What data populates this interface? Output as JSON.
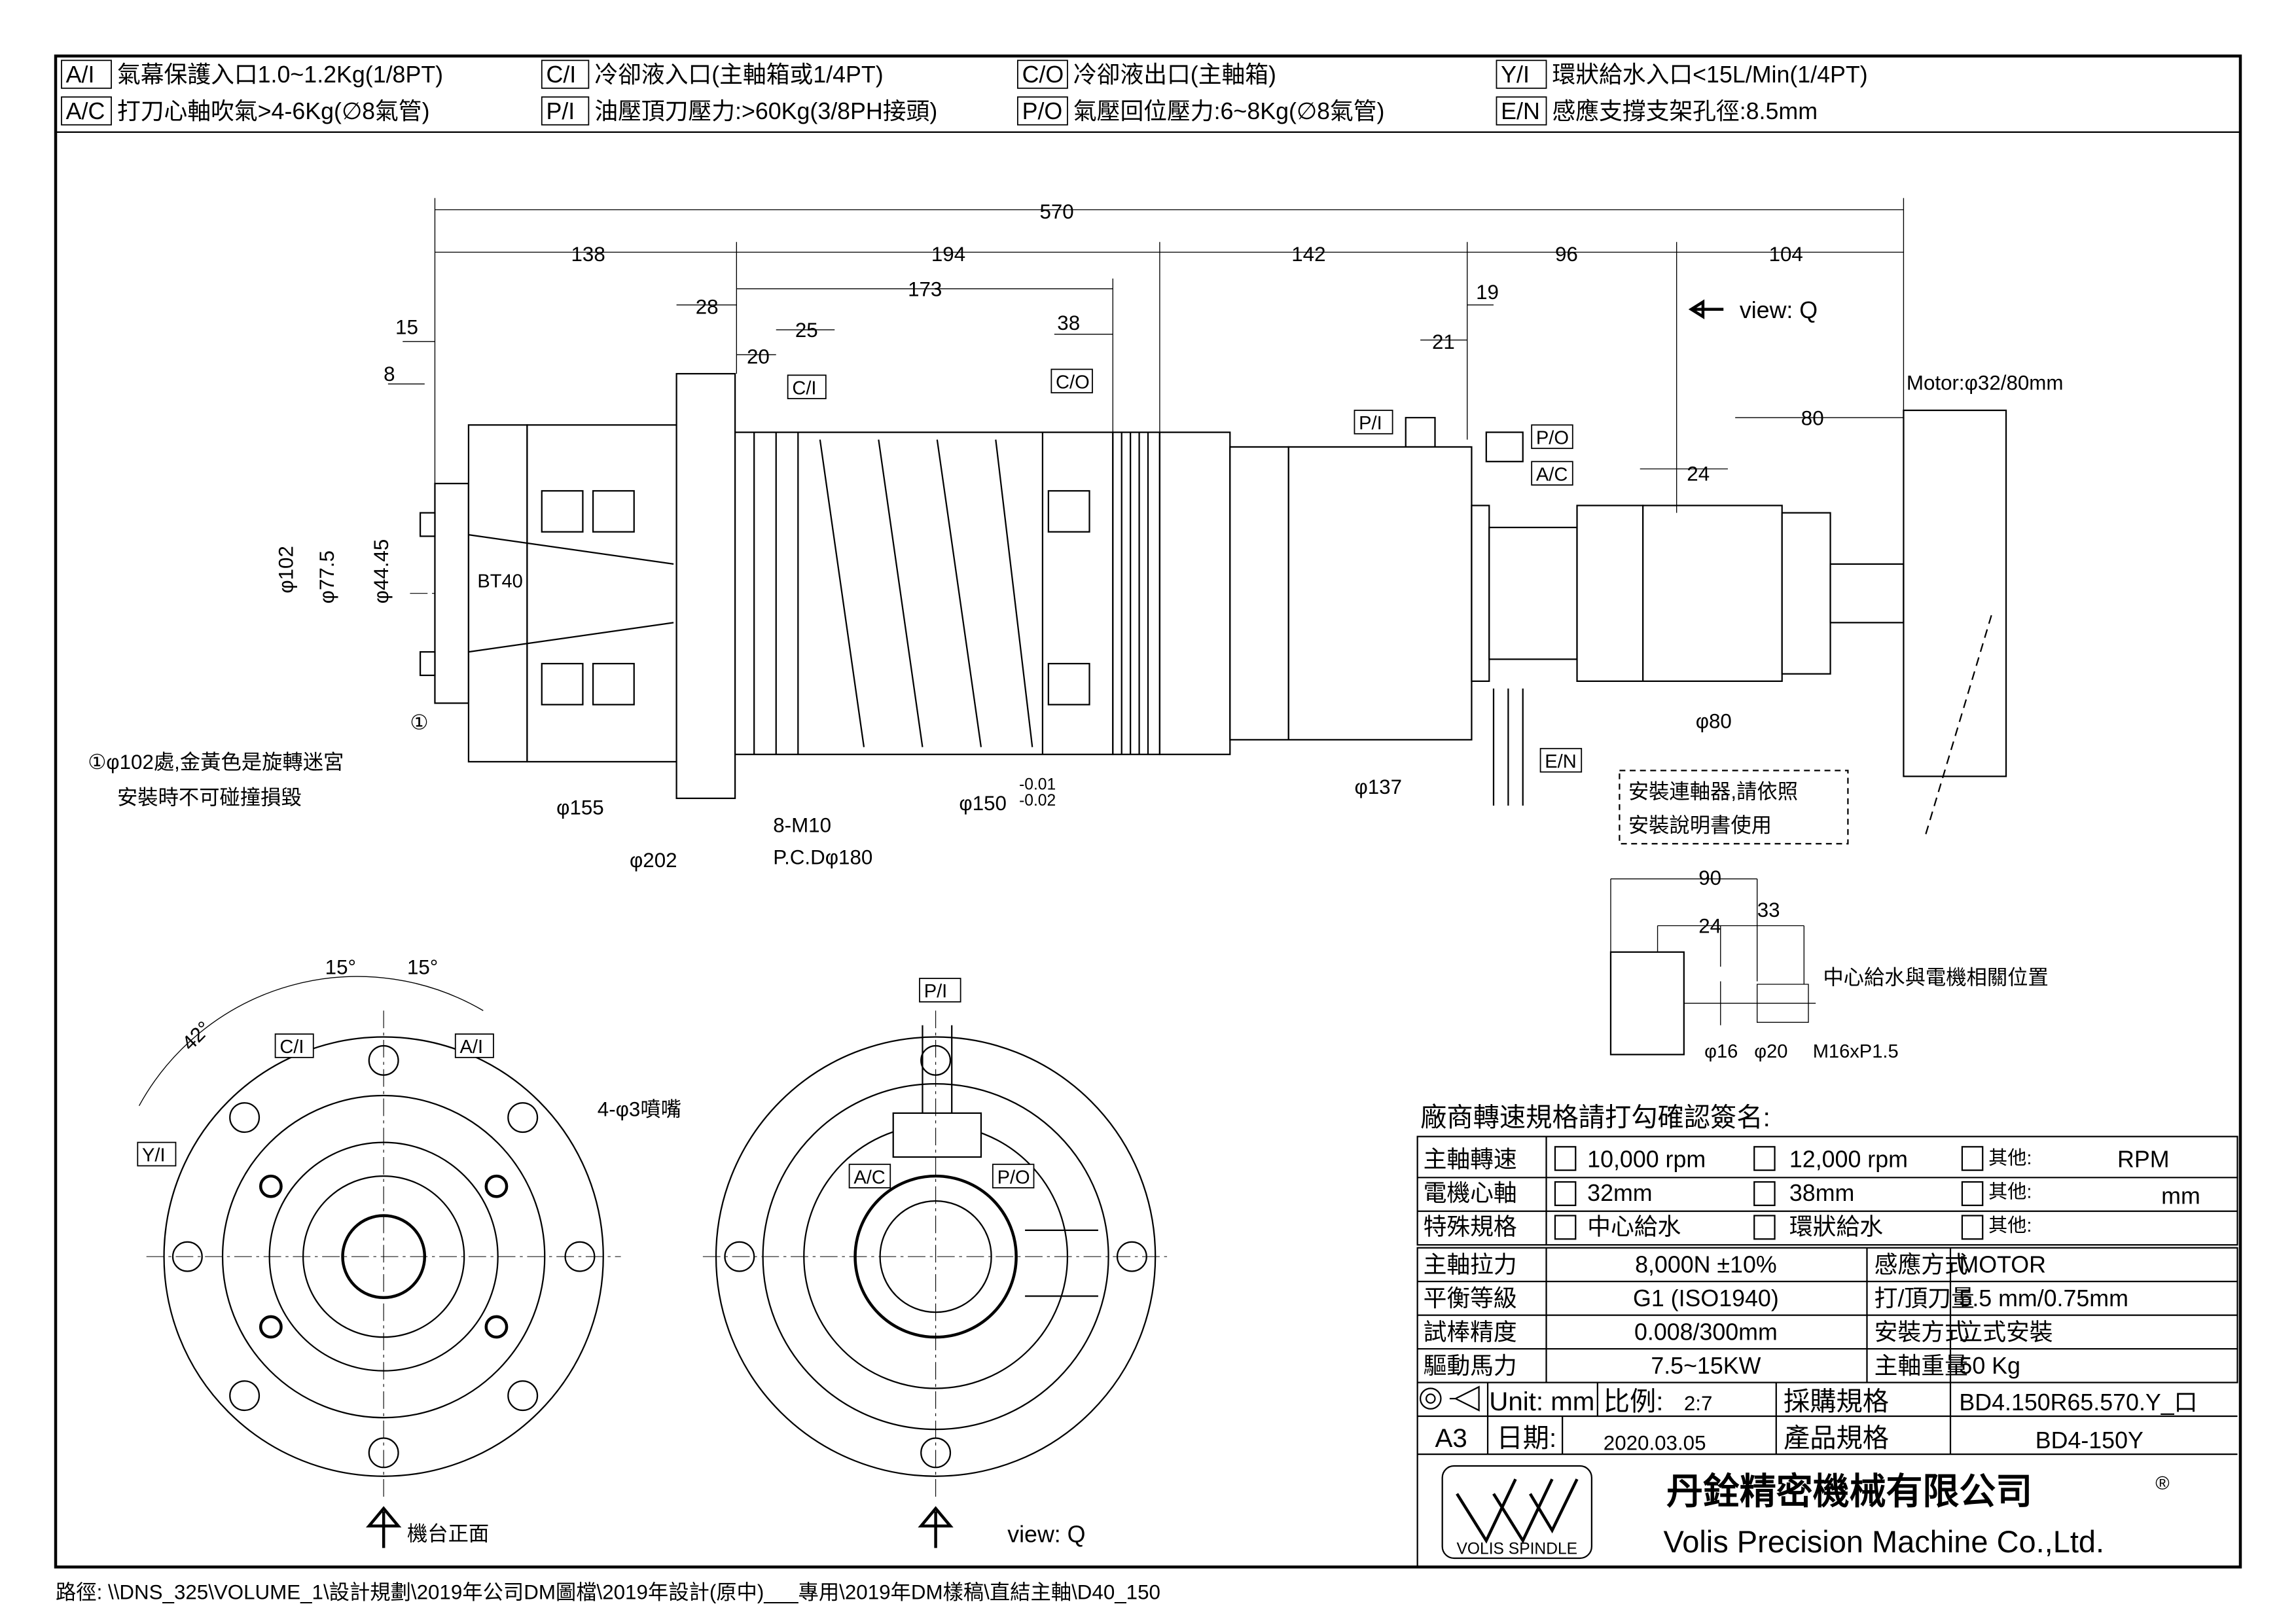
{
  "legend": [
    {
      "tag": "A/I",
      "text": "氣幕保護入口1.0~1.2Kg(1/8PT)"
    },
    {
      "tag": "C/I",
      "text": "冷卻液入口(主軸箱或1/4PT)"
    },
    {
      "tag": "C/O",
      "text": "冷卻液出口(主軸箱)"
    },
    {
      "tag": "Y/I",
      "text": "環狀給水入口<15L/Min(1/4PT)"
    },
    {
      "tag": "A/C",
      "text": "打刀心軸吹氣>4-6Kg(∅8氣管)"
    },
    {
      "tag": "P/I",
      "text": "油壓頂刀壓力:>60Kg(3/8PH接頭)"
    },
    {
      "tag": "P/O",
      "text": "氣壓回位壓力:6~8Kg(∅8氣管)"
    },
    {
      "tag": "E/N",
      "text": "感應支撐支架孔徑:8.5mm"
    }
  ],
  "dimensions": {
    "overall": "570",
    "d138": "138",
    "d194": "194",
    "d142": "142",
    "d96": "96",
    "d104": "104",
    "d173": "173",
    "d28": "28",
    "d20": "20",
    "d25": "25",
    "d38": "38",
    "d15": "15",
    "d8": "8",
    "d21": "21",
    "d19": "19",
    "d80": "80",
    "d24": "24",
    "phi102": "φ102",
    "phi77": "φ77.5",
    "phi44": "φ44.45",
    "bt40": "BT40",
    "phi155": "φ155",
    "phi202": "φ202",
    "bolts": "8-M10",
    "pcd": "P.C.Dφ180",
    "phi150": "φ150",
    "tol_up": "-0.01",
    "tol_lo": "-0.02",
    "phi137": "φ137",
    "phi80": "φ80",
    "motor": "Motor:φ32/80mm",
    "view_q": "view: Q",
    "d90": "90",
    "d24b": "24",
    "d33": "33",
    "phi16": "φ16",
    "phi20": "φ20",
    "thread": "M16xP1.5",
    "ang15a": "15°",
    "ang15b": "15°",
    "ang42": "42°",
    "nozzles": "4-φ3噴嘴",
    "circled1": "①"
  },
  "tags": {
    "ci": "C/I",
    "co": "C/O",
    "pi": "P/I",
    "po": "P/O",
    "ac": "A/C",
    "en": "E/N",
    "yi": "Y/I",
    "ai": "A/I"
  },
  "notes": {
    "note1_l1": "①φ102處,金黃色是旋轉迷宮",
    "note1_l2": "安裝時不可碰撞損毀",
    "coupling_l1": "安裝連軸器,請依照",
    "coupling_l2": "安裝說明書使用",
    "center_water": "中心給水與電機相關位置",
    "front_label": "機台正面",
    "view_q_bottom": "view: Q"
  },
  "spec_form": {
    "title": "廠商轉速規格請打勾確認簽名:",
    "rows": [
      {
        "label": "主軸轉速",
        "opt1": "10,000 rpm",
        "opt2": "12,000 rpm",
        "other": "其他:",
        "unit": "RPM"
      },
      {
        "label": "電機心軸",
        "opt1": "32mm",
        "opt2": "38mm",
        "other": "其他:",
        "unit": "mm"
      },
      {
        "label": "特殊規格",
        "opt1": "中心給水",
        "opt2": "環狀給水",
        "other": "其他:",
        "unit": ""
      }
    ]
  },
  "specs": [
    {
      "k1": "主軸拉力",
      "v1": "8,000N ±10%",
      "k2": "感應方式",
      "v2": "MOTOR"
    },
    {
      "k1": "平衡等級",
      "v1": "G1  (ISO1940)",
      "k2": "打/頂刀量",
      "v2": "5.5 mm/0.75mm"
    },
    {
      "k1": "試棒精度",
      "v1": "0.008/300mm",
      "k2": "安裝方式",
      "v2": "立式安裝"
    },
    {
      "k1": "驅動馬力",
      "v1": "7.5~15KW",
      "k2": "主軸重量",
      "v2": "50 Kg"
    }
  ],
  "title_block": {
    "unit": "Unit:  mm",
    "scale_label": "比例:",
    "scale": "2:7",
    "purchase_label": "採購規格",
    "purchase": "BD4.150R65.570.Y_口",
    "sheet": "A3",
    "date_label": "日期:",
    "date": "2020.03.05",
    "product_label": "產品規格",
    "product": "BD4-150Y",
    "company_zh": "丹銓精密機械有限公司",
    "registered": "®",
    "company_en": "Volis Precision Machine Co.,Ltd.",
    "logo_text": "VOLIS SPINDLE"
  },
  "path": "路徑: \\\\DNS_325\\VOLUME_1\\設計規劃\\2019年公司DM圖檔\\2019年設計(原中)___專用\\2019年DM樣稿\\直結主軸\\D40_150"
}
